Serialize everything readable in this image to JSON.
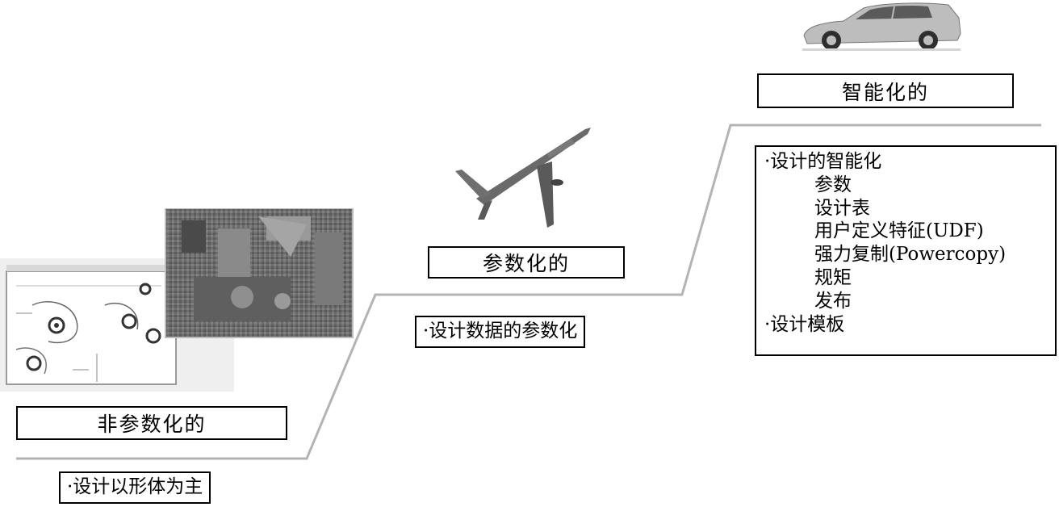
{
  "stages": [
    {
      "title": "非参数化的",
      "points": [
        "·设计以形体为主"
      ]
    },
    {
      "title": "参数化的",
      "points": [
        "·设计数据的参数化"
      ]
    },
    {
      "title": "智能化的",
      "points": [
        "·设计的智能化",
        "参数",
        "设计表",
        "用户定义特征(UDF)",
        "强力复制(Powercopy)",
        "规矩",
        "发布",
        "·设计模板"
      ]
    }
  ],
  "icons": {
    "stage1": "cad-drawing-and-factory-photo",
    "stage2": "airplane-icon",
    "stage3": "car-icon"
  },
  "colors": {
    "stair_line": "#b3b3b3",
    "box_border": "#000000"
  }
}
